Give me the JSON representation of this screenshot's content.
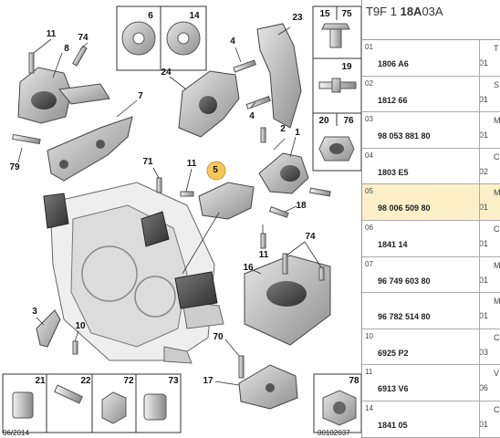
{
  "reference": {
    "prefix": "T9F 1",
    "bold": "18A",
    "suffix": "03A"
  },
  "footer": {
    "date": "06/2014",
    "code": "00102037"
  },
  "callouts": [
    "11",
    "74",
    "8",
    "7",
    "79",
    "6",
    "14",
    "15",
    "75",
    "23",
    "4",
    "24",
    "4",
    "19",
    "20",
    "76",
    "2",
    "1",
    "71",
    "11",
    "5",
    "18",
    "11",
    "3",
    "10",
    "16",
    "74",
    "70",
    "17",
    "21",
    "22",
    "72",
    "73",
    "78"
  ],
  "rows": [
    {
      "pos": "01",
      "pn": "1806 A6",
      "qty": "01",
      "tail": "T"
    },
    {
      "pos": "02",
      "pn": "1812 66",
      "qty": "01",
      "tail": "S"
    },
    {
      "pos": "03",
      "pn": "98 053 881 80",
      "qty": "01",
      "tail": "M"
    },
    {
      "pos": "04",
      "pn": "1803 E5",
      "qty": "02",
      "tail": "C"
    },
    {
      "pos": "05",
      "pn": "98 006 509 80",
      "qty": "01",
      "tail": "M"
    },
    {
      "pos": "06",
      "pn": "1841 14",
      "qty": "01",
      "tail": "C"
    },
    {
      "pos": "07",
      "pn": "96 749 603 80",
      "qty": "01",
      "tail": "M"
    },
    {
      "pos": "",
      "pn": "96 782 514 80",
      "qty": "01",
      "tail": "M"
    },
    {
      "pos": "10",
      "pn": "6925 P2",
      "qty": "03",
      "tail": "C"
    },
    {
      "pos": "11",
      "pn": "6913 V6",
      "qty": "06",
      "tail": "V"
    },
    {
      "pos": "14",
      "pn": "1841 05",
      "qty": "01",
      "tail": "C"
    }
  ],
  "colors": {
    "selected_row": "#fdf0c8",
    "highlight_badge": "#f5c85a"
  }
}
